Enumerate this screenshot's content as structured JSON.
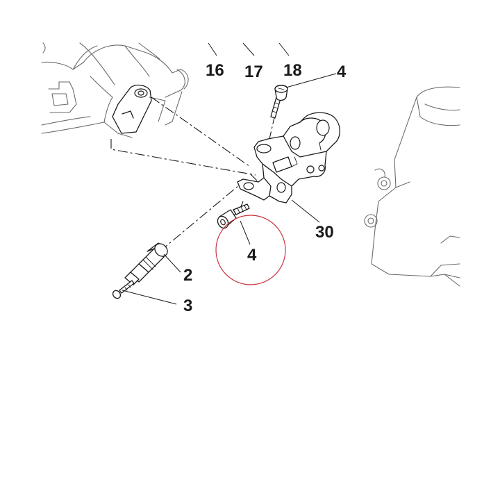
{
  "diagram": {
    "callouts": [
      {
        "id": "16",
        "label": "16"
      },
      {
        "id": "17",
        "label": "17"
      },
      {
        "id": "18",
        "label": "18"
      },
      {
        "id": "4a",
        "label": "4"
      },
      {
        "id": "30",
        "label": "30"
      },
      {
        "id": "4b",
        "label": "4"
      },
      {
        "id": "2",
        "label": "2"
      },
      {
        "id": "3",
        "label": "3"
      }
    ],
    "colors": {
      "line": "#1a1a1a",
      "highlight": "#c8343c",
      "background": "#ffffff"
    }
  }
}
